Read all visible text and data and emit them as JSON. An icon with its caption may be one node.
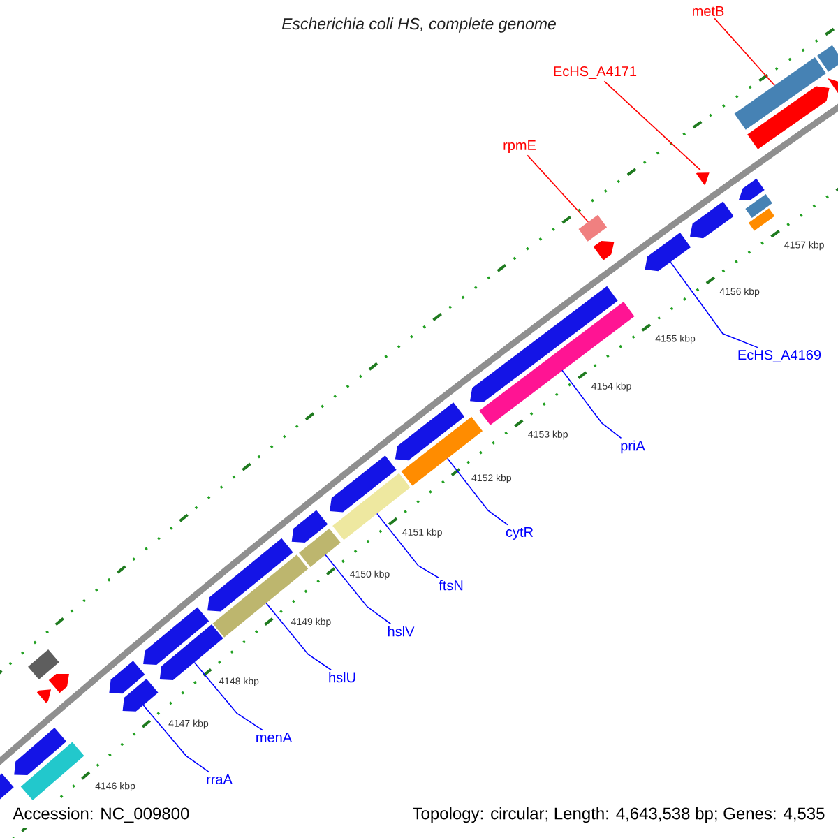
{
  "diagram": {
    "title": "Escherichia coli HS, complete genome",
    "nodes": [
      {
        "text": [
          "metB"
        ]
      },
      {
        "text": [
          "EcHS_A4171"
        ]
      },
      {
        "text": [
          "rpmE"
        ]
      },
      {
        "text": [
          "EcHS_A4169"
        ]
      },
      {
        "text": [
          "priA"
        ]
      },
      {
        "text": [
          "cytR"
        ]
      },
      {
        "text": [
          "ftsN"
        ]
      },
      {
        "text": [
          "hslV"
        ]
      },
      {
        "text": [
          "hslU"
        ]
      },
      {
        "text": [
          "menA"
        ]
      },
      {
        "text": [
          "rraA"
        ]
      },
      {
        "text": [],
        "shape": "pentagon"
      },
      {
        "text": [],
        "shape": "bar"
      },
      {
        "text": [],
        "shape": "pentagon"
      },
      {
        "text": [],
        "shape": "pentagon"
      },
      {
        "text": [],
        "shape": "bar"
      },
      {
        "text": [],
        "shape": "pentagon"
      },
      {
        "text": [],
        "shape": "pentagon"
      },
      {
        "text": [],
        "shape": "pentagon"
      },
      {
        "text": [],
        "shape": "pentagon"
      },
      {
        "text": [],
        "shape": "pentagon"
      },
      {
        "text": [],
        "shape": "bar"
      },
      {
        "text": [],
        "shape": "pentagon"
      },
      {
        "text": [],
        "shape": "bar"
      },
      {
        "text": [],
        "shape": "pentagon"
      },
      {
        "text": [],
        "shape": "bar"
      },
      {
        "text": [],
        "shape": "pentagon"
      },
      {
        "text": [],
        "shape": "bar"
      },
      {
        "text": [],
        "shape": "pentagon"
      },
      {
        "text": [],
        "shape": "pentagon"
      },
      {
        "text": [],
        "shape": "bar"
      },
      {
        "text": [],
        "shape": "bar"
      },
      {
        "text": [],
        "shape": "pentagon"
      },
      {
        "text": [],
        "shape": "pentagon"
      },
      {
        "text": [],
        "shape": "pentagon"
      },
      {
        "text": [],
        "shape": "pentagon"
      },
      {
        "text": [],
        "shape": "bar"
      },
      {
        "text": [],
        "shape": "bar"
      },
      {
        "text": [],
        "shape": "pentagon"
      },
      {
        "text": [],
        "shape": "pentagon"
      },
      {
        "text": [],
        "shape": "bar"
      },
      {
        "text": [],
        "shape": "pentagon"
      },
      {
        "text": [],
        "shape": "bar"
      }
    ],
    "edges": [
      {
        "from": 0,
        "to": 40,
        "arrow": "none",
        "color": "#ff0000"
      },
      {
        "from": 1,
        "to": 35,
        "arrow": "none",
        "color": "#ff0000"
      },
      {
        "from": 2,
        "to": 31,
        "arrow": "none",
        "color": "#ff0000"
      },
      {
        "from": 3,
        "to": 33,
        "arrow": "none"
      },
      {
        "from": 4,
        "to": 30,
        "arrow": "none"
      },
      {
        "from": 5,
        "to": 27,
        "arrow": "none"
      },
      {
        "from": 6,
        "to": 25,
        "arrow": "none"
      },
      {
        "from": 7,
        "to": 23,
        "arrow": "none"
      },
      {
        "from": 8,
        "to": 21,
        "arrow": "none"
      },
      {
        "from": 9,
        "to": 20,
        "arrow": "none"
      },
      {
        "from": 10,
        "to": 17,
        "arrow": "none"
      }
    ],
    "labels": [
      "4146 kbp",
      "4147 kbp",
      "4148 kbp",
      "4149 kbp",
      "4150 kbp",
      "4151 kbp",
      "4152 kbp",
      "4153 kbp",
      "4154 kbp",
      "4155 kbp",
      "4156 kbp",
      "4157 kbp",
      "Accession: NC_009800",
      "Topology: circular; Length: 4,643,538 bp; Genes: 4,535"
    ]
  }
}
